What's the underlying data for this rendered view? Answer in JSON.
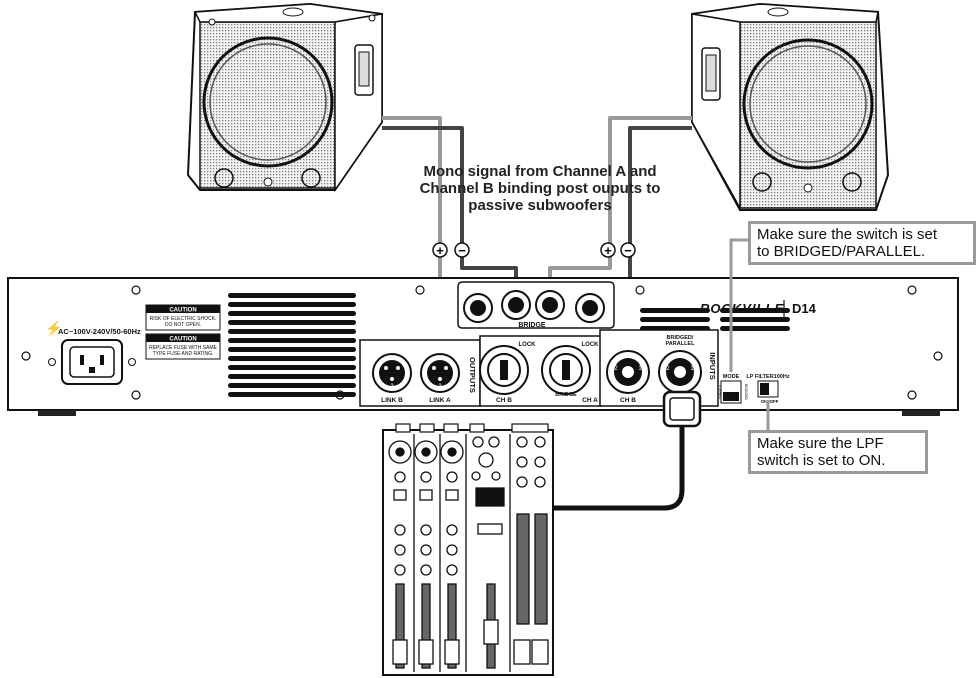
{
  "headline": {
    "line1": "Mono signal from Channel A and",
    "line2": "Channel B binding post ouputs to",
    "line3": "passive subwoofers"
  },
  "callouts": {
    "bridge_mode": {
      "line1": "Make sure the switch is set",
      "line2": "to BRIDGED/PARALLEL."
    },
    "lpf": {
      "line1": "Make sure the LPF",
      "line2": "switch is set to ON."
    }
  },
  "amplifier": {
    "brand": "ROCKVILLE",
    "model": "D14",
    "power_label": "AC~100V-240V/50-60Hz",
    "caution1_title": "CAUTION",
    "caution1_l1": "RISK OF ELECTRIC SHOCK.",
    "caution1_l2": "DO NOT OPEN.",
    "caution2_title": "CAUTION",
    "caution2_l1": "REPLACE FUSE WITH SAME",
    "caution2_l2": "TYPE FUSE AND RATING.",
    "bridge_label": "BRIDGE",
    "outputs_label": "OUTPUTS",
    "inputs_label": "INPUTS",
    "link_b": "LINK B",
    "link_a": "LINK A",
    "ch_b_speakon": "CH B",
    "ch_a_speakon": "CH A",
    "bridge_small": "BRIDGE",
    "lock1": "LOCK",
    "lock2": "LOCK",
    "ch_b_in": "CH B",
    "bridged_parallel_l1": "BRIDGED/",
    "bridged_parallel_l2": "PARALLEL",
    "mode_label": "MODE",
    "stereo": "STEREO",
    "bridged": "BRIDGED",
    "lpf_label": "LP FILTER100Hz",
    "on": "ON",
    "off": "OFF",
    "plus": "+",
    "minus": "−",
    "pin1": "1",
    "pin2": "2",
    "pin3": "3"
  },
  "colors": {
    "cable_dark": "#444444",
    "cable_light": "#9a9a9a",
    "line": "#111111",
    "callout_border": "#9a9a9a"
  }
}
